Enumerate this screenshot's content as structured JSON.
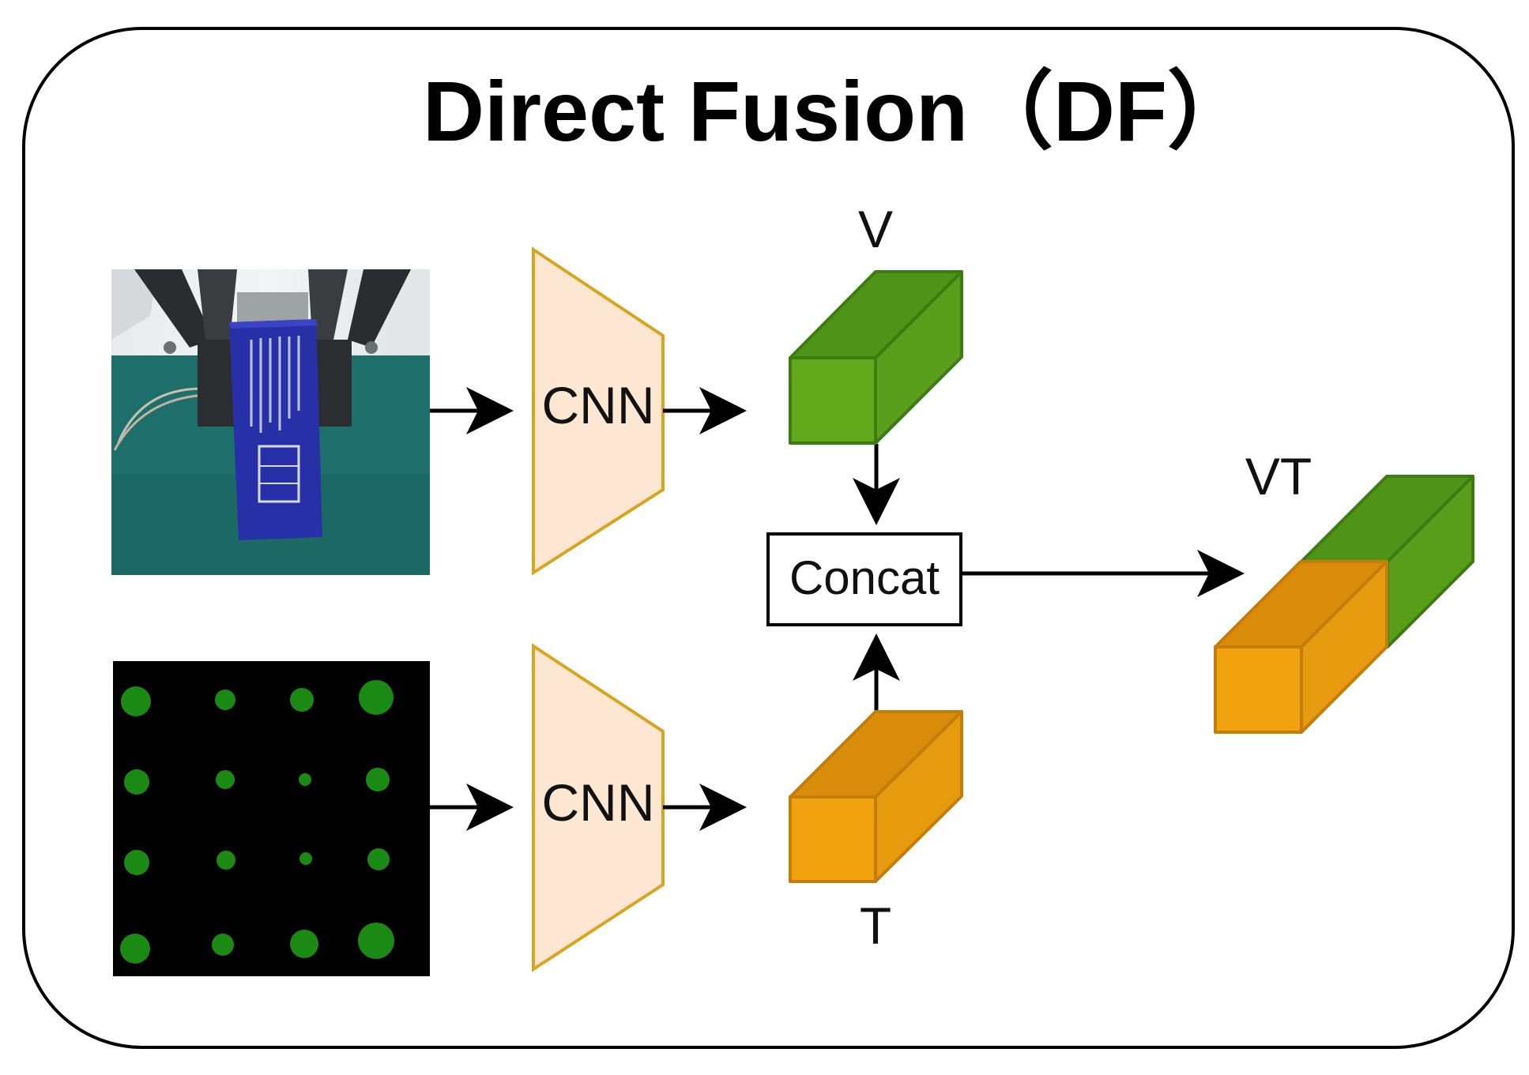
{
  "diagram": {
    "title": "Direct Fusion（DF）",
    "encoder_top_label": "CNN",
    "encoder_bottom_label": "CNN",
    "fusion_label": "Concat",
    "feature_visual_label": "V",
    "feature_tactile_label": "T",
    "feature_fused_label": "VT"
  },
  "colors": {
    "green_front": "#64a81c",
    "green_top": "#4f9418",
    "green_side": "#5a9e1b",
    "green_stroke": "#3d7c12",
    "orange_front": "#f0a30f",
    "orange_top": "#d98c0a",
    "orange_side": "#e69a0d",
    "orange_stroke": "#c27d0b",
    "cnn_fill": "#fde6d2",
    "cnn_stroke": "#d9a520",
    "tactile_dot": "#1a8a14",
    "photo_mat": "#1e6e6c",
    "photo_box": "#2830a8"
  },
  "icons": {
    "camera_image": "gripper-camera-photo",
    "tactile_image": "tactile-marker-dot-grid"
  }
}
